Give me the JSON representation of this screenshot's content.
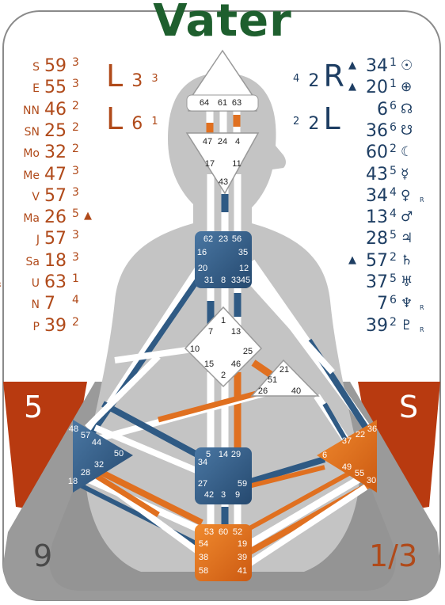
{
  "title": "Vater",
  "colors": {
    "title": "#1e5f2e",
    "design": "#b04a1a",
    "personality": "#1e3e63",
    "blue_center": "#2f5a84",
    "orange_center": "#e07020",
    "grey": "#b4b4b4",
    "red_band": "#b83a10"
  },
  "design_column": [
    {
      "planet": "S",
      "gate": "59",
      "line": "3",
      "extra": "",
      "retro": ""
    },
    {
      "planet": "E",
      "gate": "55",
      "line": "3",
      "extra": "",
      "retro": ""
    },
    {
      "planet": "NN",
      "gate": "46",
      "line": "2",
      "extra": "",
      "retro": ""
    },
    {
      "planet": "SN",
      "gate": "25",
      "line": "2",
      "extra": "",
      "retro": ""
    },
    {
      "planet": "Mo",
      "gate": "32",
      "line": "2",
      "extra": "",
      "retro": ""
    },
    {
      "planet": "Me",
      "gate": "47",
      "line": "3",
      "extra": "",
      "retro": ""
    },
    {
      "planet": "V",
      "gate": "57",
      "line": "3",
      "extra": "",
      "retro": ""
    },
    {
      "planet": "Ma",
      "gate": "26",
      "line": "5",
      "extra": "▲",
      "retro": ""
    },
    {
      "planet": "J",
      "gate": "57",
      "line": "3",
      "extra": "",
      "retro": ""
    },
    {
      "planet": "Sa",
      "gate": "18",
      "line": "3",
      "extra": "",
      "retro": ""
    },
    {
      "planet": "U",
      "gate": "63",
      "line": "1",
      "extra": "",
      "retro": "R"
    },
    {
      "planet": "N",
      "gate": "7",
      "line": "4",
      "extra": "",
      "retro": ""
    },
    {
      "planet": "P",
      "gate": "39",
      "line": "2",
      "extra": "",
      "retro": ""
    }
  ],
  "personality_column": [
    {
      "exalt": "▲",
      "gate": "34",
      "line": "1",
      "symbol": "☉",
      "retro": ""
    },
    {
      "exalt": "▲",
      "gate": "20",
      "line": "1",
      "symbol": "⊕",
      "retro": ""
    },
    {
      "exalt": "",
      "gate": "6",
      "line": "6",
      "symbol": "☊",
      "retro": ""
    },
    {
      "exalt": "",
      "gate": "36",
      "line": "6",
      "symbol": "☋",
      "retro": ""
    },
    {
      "exalt": "",
      "gate": "60",
      "line": "2",
      "symbol": "☾",
      "retro": ""
    },
    {
      "exalt": "",
      "gate": "43",
      "line": "5",
      "symbol": "☿",
      "retro": ""
    },
    {
      "exalt": "",
      "gate": "34",
      "line": "4",
      "symbol": "♀",
      "retro": "R"
    },
    {
      "exalt": "",
      "gate": "13",
      "line": "4",
      "symbol": "♂",
      "retro": ""
    },
    {
      "exalt": "",
      "gate": "28",
      "line": "5",
      "symbol": "♃",
      "retro": ""
    },
    {
      "exalt": "▲",
      "gate": "57",
      "line": "2",
      "symbol": "♄",
      "retro": ""
    },
    {
      "exalt": "",
      "gate": "37",
      "line": "5",
      "symbol": "♅",
      "retro": ""
    },
    {
      "exalt": "",
      "gate": "7",
      "line": "6",
      "symbol": "♆",
      "retro": "R"
    },
    {
      "exalt": "",
      "gate": "39",
      "line": "2",
      "symbol": "♇",
      "retro": "R"
    }
  ],
  "variables": {
    "design_top": {
      "arrow": "L",
      "tone": "3",
      "color": "3"
    },
    "design_bottom": {
      "arrow": "L",
      "tone": "6",
      "color": "1"
    },
    "personality_top": {
      "color": "4",
      "tone": "2",
      "arrow": "R"
    },
    "personality_bottom": {
      "color": "2",
      "tone": "2",
      "arrow": "L"
    }
  },
  "corners": {
    "left_top": "5",
    "right_top": "S",
    "left_bottom": "9",
    "right_bottom": "1/3"
  },
  "center_labels": {
    "head": [
      "64",
      "61",
      "63"
    ],
    "ajna": [
      "47",
      "24",
      "4",
      "17",
      "11",
      "43"
    ],
    "throat": [
      "62",
      "23",
      "56",
      "16",
      "35",
      "20",
      "12",
      "31",
      "8",
      "33",
      "45"
    ],
    "g": [
      "7",
      "1",
      "13",
      "10",
      "25",
      "15",
      "46",
      "2"
    ],
    "heart": [
      "21",
      "51",
      "26",
      "40"
    ],
    "spleen": [
      "48",
      "57",
      "44",
      "50",
      "32",
      "28",
      "18"
    ],
    "sacral": [
      "5",
      "14",
      "29",
      "34",
      "27",
      "59",
      "42",
      "3",
      "9"
    ],
    "solar": [
      "36",
      "37",
      "22",
      "6",
      "49",
      "55",
      "30"
    ],
    "root": [
      "53",
      "60",
      "52",
      "54",
      "19",
      "38",
      "39",
      "58",
      "41"
    ]
  }
}
